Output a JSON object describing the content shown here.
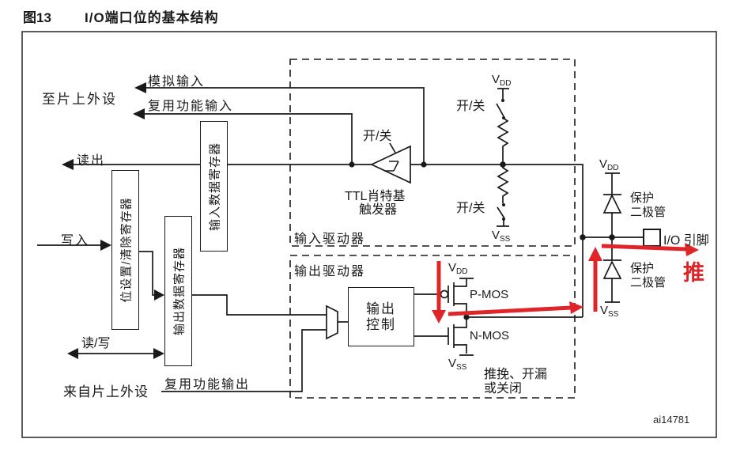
{
  "title": {
    "figure_label": "图13",
    "figure_title": "I/O端口位的基本结构"
  },
  "diagram": {
    "code": "ai14781",
    "left_labels": {
      "to_onchip_peripheral": "至片上外设",
      "analog_input": "模拟输入",
      "alternate_function_input": "复用功能输入",
      "read": "读出",
      "write": "写入",
      "read_write": "读/写",
      "from_onchip_peripheral": "来自片上外设",
      "alternate_function_output": "复用功能输出"
    },
    "registers": {
      "input_data": "输入数据寄存器",
      "bit_set_reset": "位设置/清除寄存器",
      "output_data": "输出数据寄存器"
    },
    "input_driver": {
      "box_label": "输入驱动器",
      "schmitt_switch": "开/关",
      "schmitt_line1": "TTL肖特基",
      "schmitt_line2": "触发器",
      "pullup_switch": "开/关",
      "pulldown_switch": "开/关"
    },
    "output_driver": {
      "box_label": "输出驱动器",
      "control_line1": "输出",
      "control_line2": "控制",
      "pmos": "P-MOS",
      "nmos": "N-MOS",
      "mode_line1": "推挽、开漏",
      "mode_line2": "或关闭"
    },
    "protection": {
      "diode_line1": "保护",
      "diode_line2": "二极管",
      "io_pin": "I/O 引脚"
    },
    "supply": {
      "v": "V",
      "dd": "DD",
      "ss": "SS"
    },
    "annotations": {
      "push": "推"
    }
  },
  "colors": {
    "annotation_red": "#E02528",
    "line": "#1A1A1A"
  }
}
